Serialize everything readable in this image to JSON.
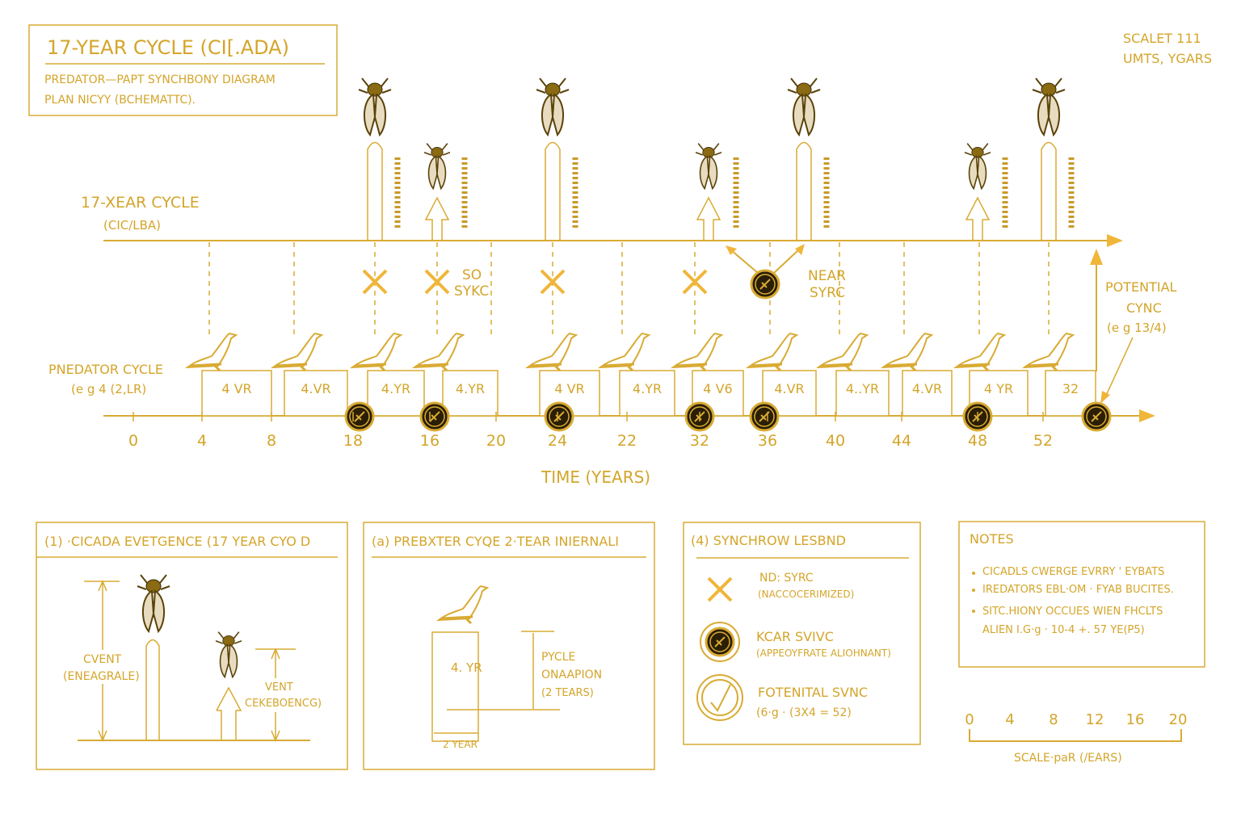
{
  "title_box": {
    "title": "17-YEAR CYCLE (CI[.ADA)",
    "subtitle_1": "PREDATOR—PAPT SYNCHBONY DIAGRAM",
    "subtitle_2": "PLAN NICYY (BCHEMATTC)."
  },
  "scale_note": {
    "line_1": "SCALET 111",
    "line_2": "UMTS, YGARS"
  },
  "cicada_row": {
    "label": "17-XEAR CYCLE",
    "sublabel": "(CIC/LBA)"
  },
  "predator_row": {
    "label": "PNEDATOR CYCLE",
    "sublabel": "(e g  4  (2,LR)"
  },
  "annotations": {
    "no_sync": [
      "SO",
      "SYKC"
    ],
    "near_sync": [
      "NEAR",
      "SYRC"
    ],
    "potential_sync": [
      "POTENTIAL",
      "CYNC",
      "(e g  13/4)"
    ]
  },
  "axis": {
    "title": "TIME (YEARS)",
    "ticks": [
      "0",
      "4",
      "8",
      "18",
      "16",
      "20",
      "24",
      "22",
      "32",
      "36",
      "40",
      "44",
      "48",
      "52"
    ]
  },
  "predator_boxes": [
    "4 VR",
    "4.VR",
    "4.YR",
    "4.YR",
    "4 VR",
    "4.YR",
    "4 V6",
    "4.VR",
    "4..YR",
    "4.VR",
    "4 YR",
    "32"
  ],
  "panel_1": {
    "title": "(1) ·CICADA EVETGENCE (17 YEAR CYO D",
    "label_1": [
      "CVENT",
      "(ENEAGRALE)"
    ],
    "label_2": [
      "VENT",
      "CEKEBOENCG)"
    ]
  },
  "panel_2": {
    "title": "(a) PREBXTER CYQE  2·TEAR INIERNALI",
    "box_label": "4. YR",
    "side_label": [
      "PYCLE",
      "ONAAPION",
      "(2 TEARS)"
    ],
    "bottom_label": "2 YEAR"
  },
  "legend": {
    "title": "(4)  SYNCHROW LESBND",
    "items": [
      {
        "icon": "x-mark",
        "label": "ND: SYRC",
        "sublabel": "(NACCOCERIMIZED)"
      },
      {
        "icon": "near-sync-disc",
        "label": "KCAR SVIVC",
        "sublabel": "(APPEOYFRATE ALIOHNANT)"
      },
      {
        "icon": "potential-sync-check",
        "label": "FOTENITAL SVNC",
        "sublabel": "(6·g ·  (3X4 = 52)"
      }
    ]
  },
  "notes": {
    "title": "NOTES",
    "items": [
      "CICADLS CWERGE EVRRY ' EYBATS",
      "IREDATORS EBL·OM    · FYAB BUCITES.",
      "SITC.HIONY OCCUES WIEN  FHCLTS",
      "ALIEN I.G·g · 10-4 +.  57 YE(P5)"
    ]
  },
  "scale_bar": {
    "ticks": [
      "0",
      "4",
      "8",
      "12",
      "16",
      "20"
    ],
    "label": "SCALE·paR (/EARS)"
  },
  "colors": {
    "gold": "#d9ab34",
    "dark": "#2a1e05"
  }
}
